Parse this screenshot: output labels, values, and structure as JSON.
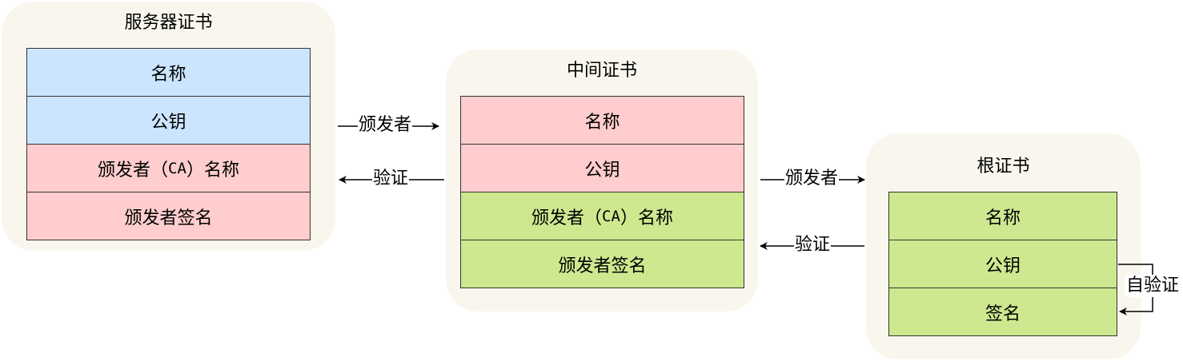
{
  "server": {
    "title": "服务器证书",
    "fields": [
      {
        "label": "名称",
        "color": "#cce5ff"
      },
      {
        "label": "公钥",
        "color": "#cce5ff"
      },
      {
        "label_pre": "颁发者（",
        "label_mono": "CA",
        "label_post": "）名称",
        "color": "#ffcdcd"
      },
      {
        "label": "颁发者签名",
        "color": "#ffcdcd"
      }
    ]
  },
  "intermediate": {
    "title": "中间证书",
    "fields": [
      {
        "label": "名称",
        "color": "#ffcdcd"
      },
      {
        "label": "公钥",
        "color": "#ffcdcd"
      },
      {
        "label_pre": "颁发者（",
        "label_mono": "CA",
        "label_post": "）名称",
        "color": "#cde88f"
      },
      {
        "label": "颁发者签名",
        "color": "#cde88f"
      }
    ]
  },
  "root": {
    "title": "根证书",
    "fields": [
      {
        "label": "名称",
        "color": "#cde88f"
      },
      {
        "label": "公钥",
        "color": "#cde88f"
      },
      {
        "label": "签名",
        "color": "#cde88f"
      }
    ]
  },
  "edges": {
    "issuer_label": "颁发者",
    "verify_label": "验证",
    "self_verify_label": "自验证"
  }
}
